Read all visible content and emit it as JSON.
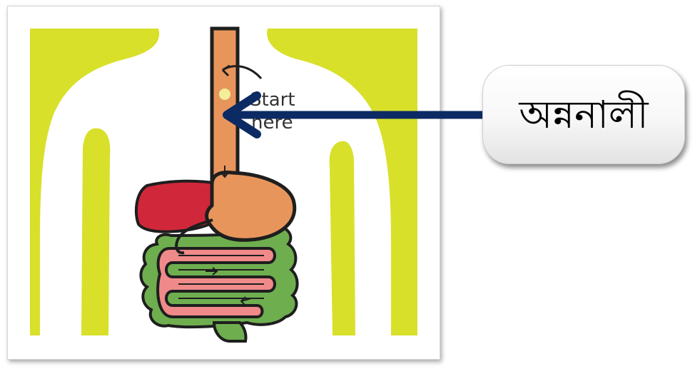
{
  "diagram": {
    "start_label_line1": "Start",
    "start_label_line2": "here",
    "callout_label": "অন্ননালী"
  },
  "colors": {
    "body_fill": "#d8e02a",
    "esophagus": "#e8955c",
    "stomach": "#e8955c",
    "liver": "#d0283a",
    "small_intestine": "#f08a8a",
    "large_intestine": "#6fae4f",
    "outline": "#1e1e1e",
    "pointer_arrow": "#0c2a63"
  }
}
